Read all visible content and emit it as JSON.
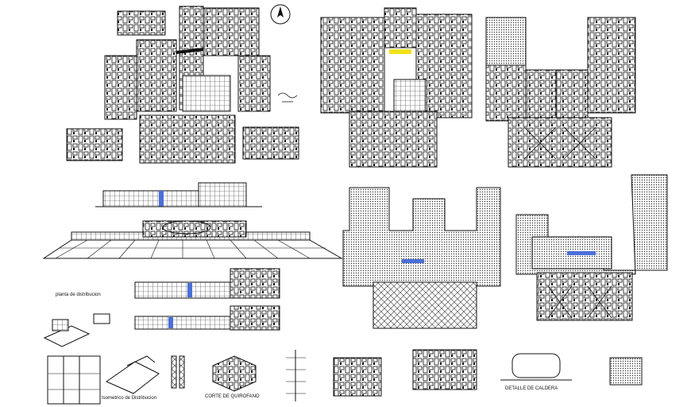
{
  "labels": {
    "plan_note": "planta de distribucion",
    "isometric": "Isometrico de Distribucion",
    "section": "CORTE DE QUIROFANO",
    "detail": "DETALLE DE CALDERA"
  },
  "colors": {
    "line": "#111111",
    "accent_blue": "#4a6fd8",
    "accent_yellow": "#f2e21a",
    "hatch": "#555555"
  },
  "icons": {
    "north_arrow": "north-arrow-icon"
  }
}
